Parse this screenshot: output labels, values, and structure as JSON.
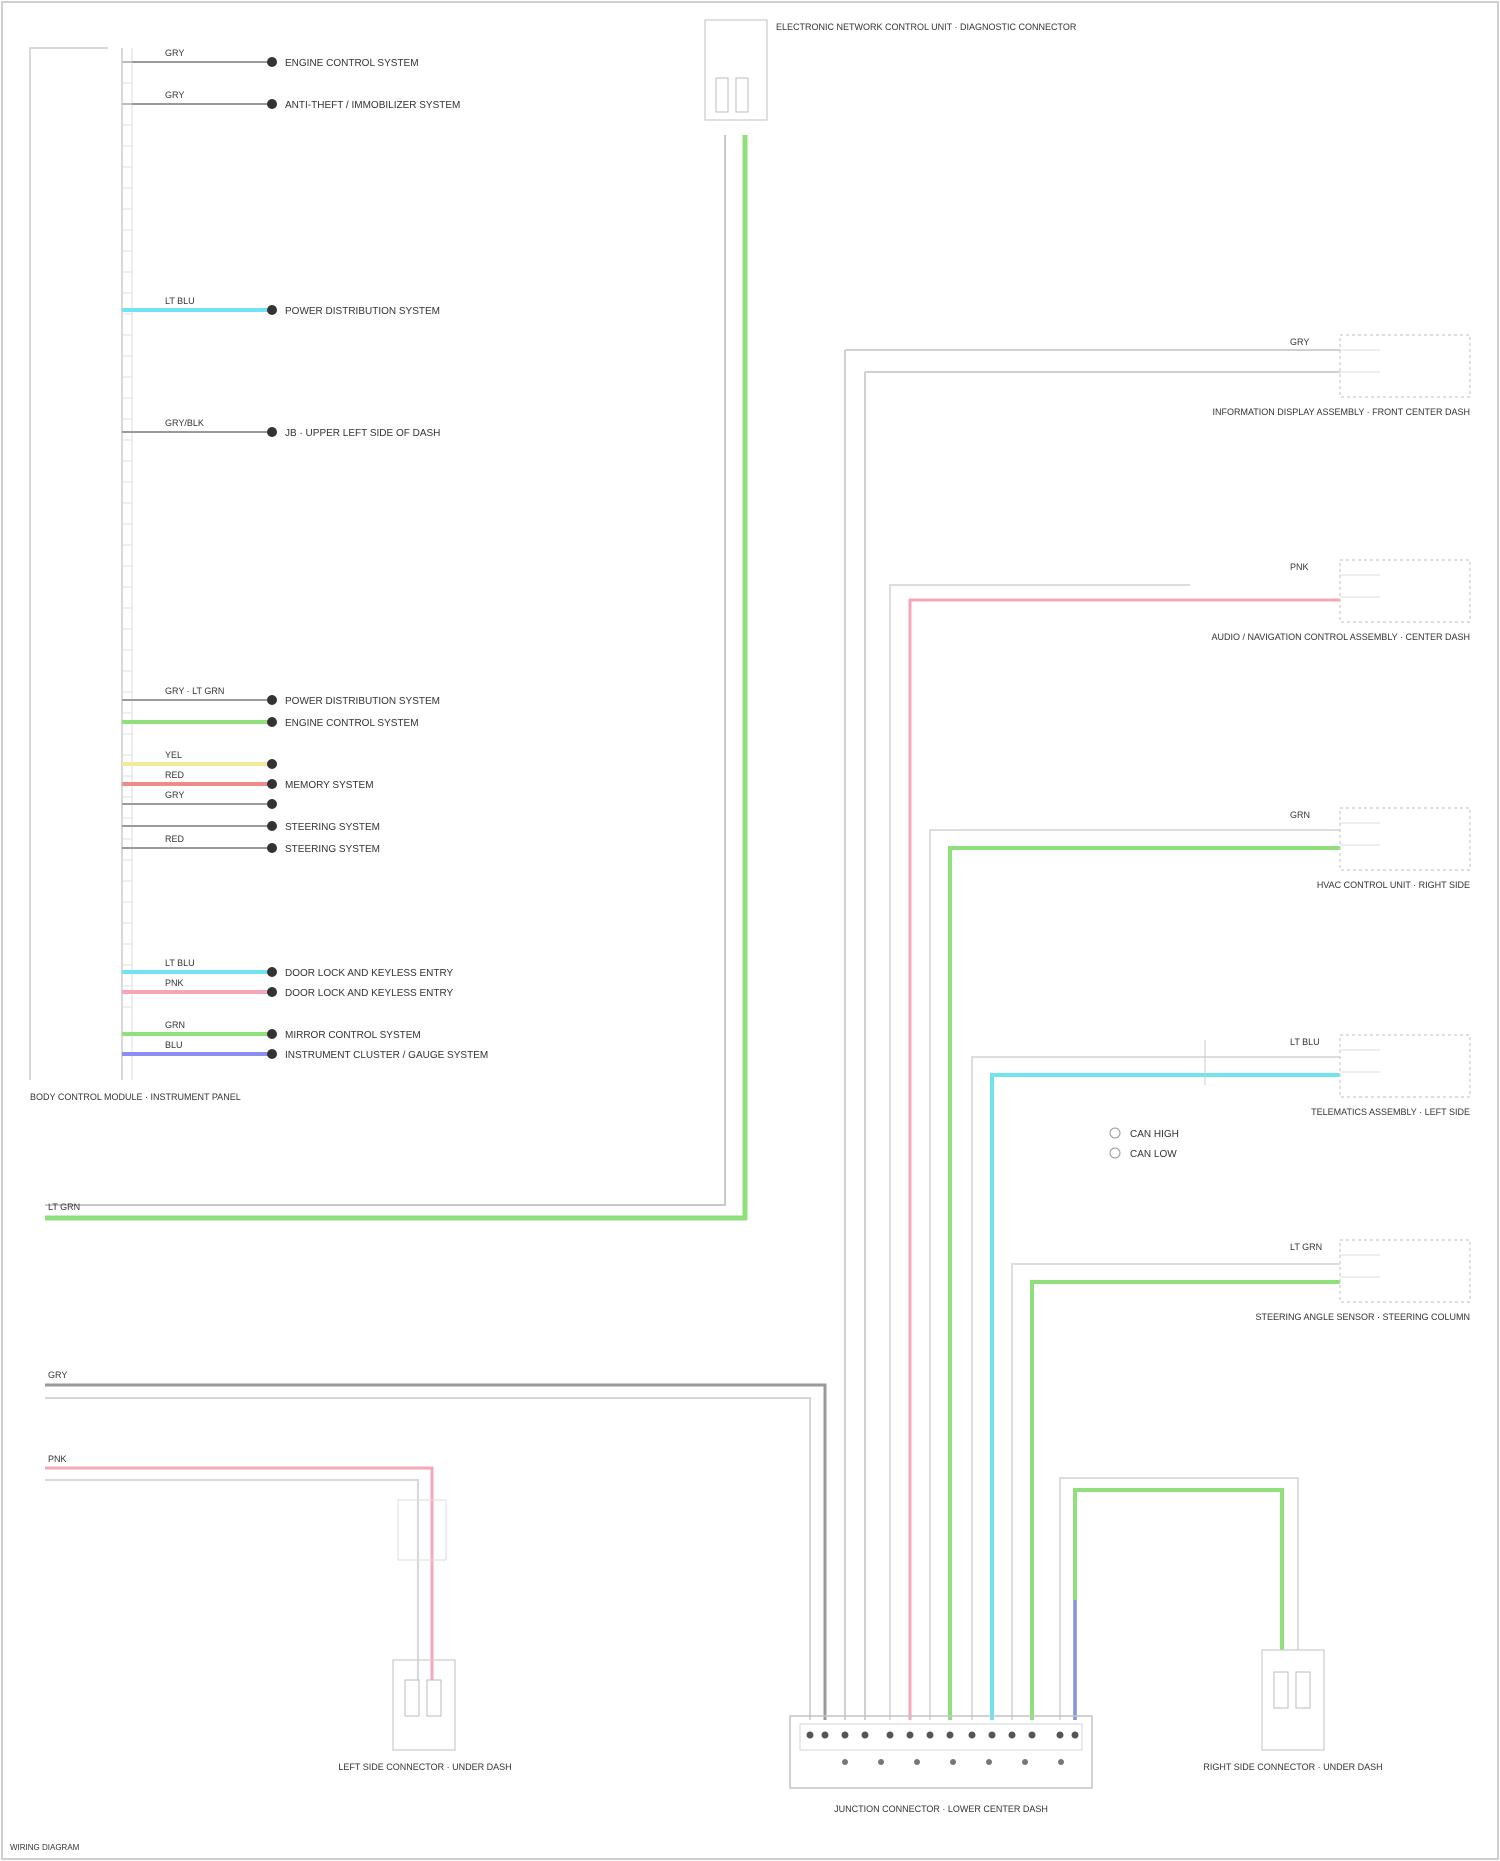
{
  "colors": {
    "green": "#8fe07a",
    "cyan": "#6fe3f0",
    "pink": "#f5a7b8",
    "yellow": "#f3ea9c",
    "red": "#f08b8b",
    "blue": "#8e8ef0",
    "gray": "#9a9a9a",
    "ltgray": "#c9c9c9",
    "text": "#444444"
  },
  "icons": {
    "splice": "filled-circle",
    "ground": "ground-symbol"
  },
  "left_module": {
    "wires": [
      {
        "name": "wire-left-1",
        "pin": "",
        "color": "gray",
        "code": "GRY",
        "label": "ENGINE CONTROL SYSTEM"
      },
      {
        "name": "wire-left-2",
        "pin": "",
        "color": "gray",
        "code": "GRY",
        "label": "ANTI-THEFT / IMMOBILIZER SYSTEM"
      },
      {
        "name": "wire-left-3",
        "pin": "",
        "color": "cyan",
        "code": "LT BLU",
        "label": "POWER DISTRIBUTION SYSTEM"
      },
      {
        "name": "wire-left-4",
        "pin": "",
        "color": "gray",
        "code": "GRY/BLK",
        "label": "JB · UPPER LEFT SIDE OF DASH"
      },
      {
        "name": "wire-left-5",
        "pin": "",
        "color": "gray",
        "code": "GRY · LT GRN",
        "label": "POWER DISTRIBUTION SYSTEM"
      },
      {
        "name": "wire-left-6",
        "pin": "",
        "color": "green",
        "code": "",
        "label": "ENGINE CONTROL SYSTEM"
      },
      {
        "name": "wire-left-7",
        "pin": "",
        "color": "yellow",
        "code": "YEL",
        "label": ""
      },
      {
        "name": "wire-left-8",
        "pin": "",
        "color": "red",
        "code": "RED",
        "label": "MEMORY SYSTEM"
      },
      {
        "name": "wire-left-9",
        "pin": "",
        "color": "gray",
        "code": "GRY",
        "label": ""
      },
      {
        "name": "wire-left-10",
        "pin": "",
        "color": "gray",
        "code": "",
        "label": "STEERING SYSTEM"
      },
      {
        "name": "wire-left-11",
        "pin": "",
        "color": "gray",
        "code": "RED",
        "label": "STEERING SYSTEM"
      },
      {
        "name": "wire-left-12",
        "pin": "",
        "color": "cyan",
        "code": "LT BLU",
        "label": "DOOR LOCK AND KEYLESS ENTRY"
      },
      {
        "name": "wire-left-13",
        "pin": "",
        "color": "pink",
        "code": "PNK",
        "label": "DOOR LOCK AND KEYLESS ENTRY"
      },
      {
        "name": "wire-left-14",
        "pin": "",
        "color": "green",
        "code": "GRN",
        "label": "MIRROR CONTROL SYSTEM"
      },
      {
        "name": "wire-left-15",
        "pin": "",
        "color": "blue",
        "code": "BLU",
        "label": "INSTRUMENT CLUSTER / GAUGE SYSTEM"
      }
    ],
    "caption": "BODY CONTROL MODULE · INSTRUMENT PANEL"
  },
  "top_component": {
    "caption": "ELECTRONIC NETWORK CONTROL UNIT · DIAGNOSTIC CONNECTOR"
  },
  "right_components": [
    {
      "name": "component-right-1",
      "caption": "INFORMATION DISPLAY ASSEMBLY · FRONT CENTER DASH",
      "wire_code": "GRY"
    },
    {
      "name": "component-right-2",
      "caption": "AUDIO / NAVIGATION CONTROL ASSEMBLY · CENTER DASH",
      "wire_code": "PNK"
    },
    {
      "name": "component-right-3",
      "caption": "HVAC CONTROL UNIT · RIGHT SIDE",
      "wire_code": "GRN"
    },
    {
      "name": "component-right-4",
      "caption": "TELEMATICS ASSEMBLY · LEFT SIDE",
      "wire_code": "LT BLU"
    },
    {
      "name": "component-right-5",
      "caption": "STEERING ANGLE SENSOR · STEERING COLUMN",
      "wire_code": "LT GRN"
    }
  ],
  "legend": {
    "item1": "CAN HIGH",
    "item2": "CAN LOW"
  },
  "bottom_components": [
    {
      "name": "component-bottom-left",
      "caption": "LEFT SIDE CONNECTOR · UNDER DASH"
    },
    {
      "name": "component-bottom-center",
      "caption": "JUNCTION CONNECTOR · LOWER CENTER DASH"
    },
    {
      "name": "component-bottom-right",
      "caption": "RIGHT SIDE CONNECTOR · UNDER DASH"
    }
  ],
  "left_mid_wires": [
    {
      "name": "wire-left-long-green",
      "code": "LT GRN"
    },
    {
      "name": "wire-left-gray",
      "code": "GRY"
    },
    {
      "name": "wire-left-pink",
      "code": "PNK"
    }
  ],
  "footer": {
    "text": "WIRING DIAGRAM"
  }
}
